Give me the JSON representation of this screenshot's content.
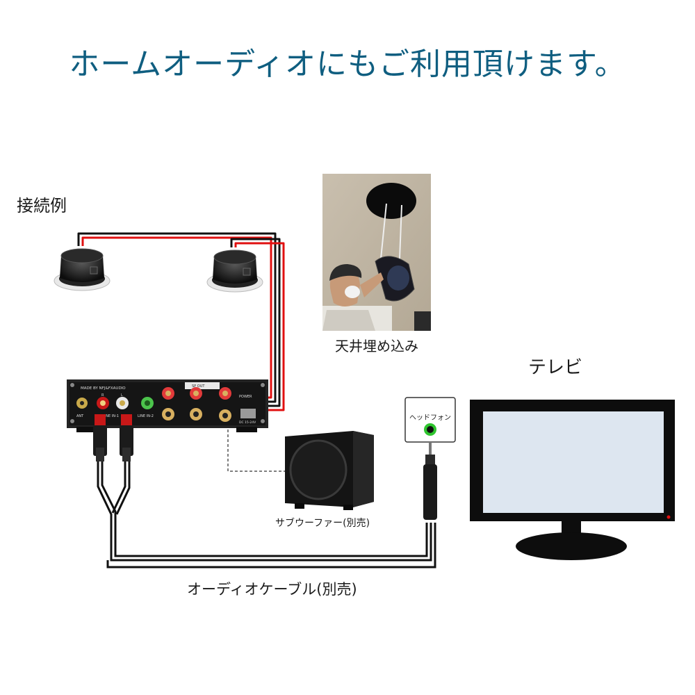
{
  "headline": "ホームオーディオにもご利用頂けます。",
  "example_label": "接続例",
  "ceiling_photo_caption": "天井埋め込み",
  "tv_label": "テレビ",
  "headphone_port_label": "ヘッドフォン",
  "subwoofer_caption": "サブウーファー(別売)",
  "audio_cable_caption": "オーディオケーブル(別売)",
  "amplifier": {
    "maker_text": "MADE BY NFJ&FXAUDIO",
    "ant_label": "ANT",
    "line_in_1_label": "LINE IN-1",
    "line_in_2_label": "LINE IN-2",
    "r_label": "R",
    "l_label": "L",
    "sp_out_label": "SP OUT",
    "power_label": "POWER",
    "dc_label": "DC 15-24V"
  },
  "colors": {
    "headline": "#0f5e80",
    "speaker_wire": "#e01010",
    "tv_screen": "#dde6f0",
    "headphone_ring": "#2fc52f"
  }
}
